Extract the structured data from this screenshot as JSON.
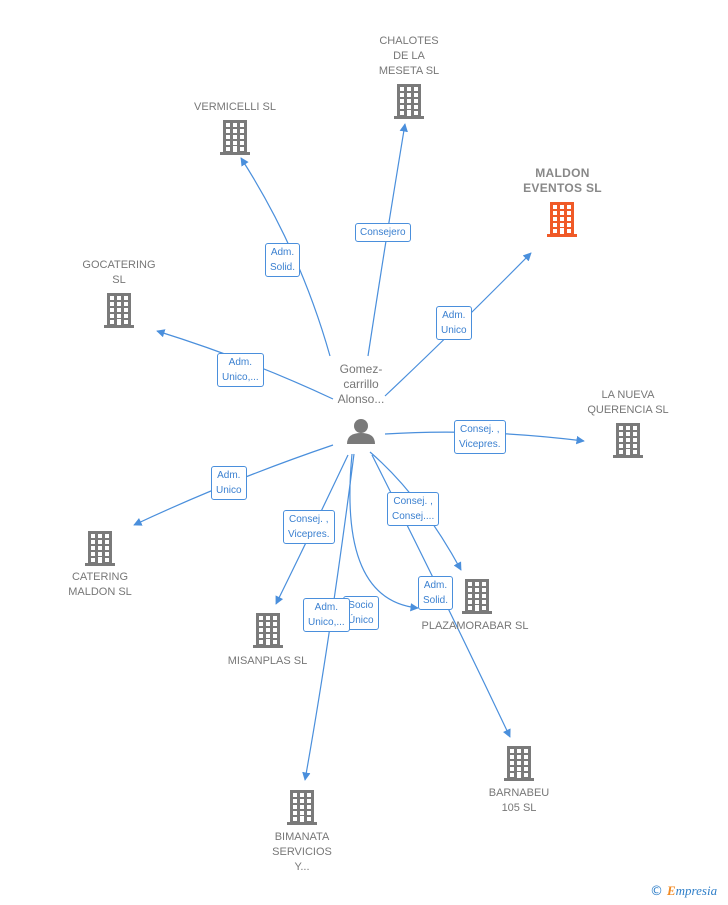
{
  "colors": {
    "edge": "#4a8fdc",
    "building": "#7a7a7a",
    "building_highlight": "#f05a28",
    "person": "#7a7a7a"
  },
  "person": {
    "label": "Gomez-\ncarrillo\nAlonso...",
    "icon": "person-icon"
  },
  "companies": [
    {
      "id": "chalotes",
      "label": "CHALOTES\nDE LA\nMESETA SL",
      "highlight": false
    },
    {
      "id": "vermicelli",
      "label": "VERMICELLI SL",
      "highlight": false
    },
    {
      "id": "maldon-eventos",
      "label": "MALDON\nEVENTOS  SL",
      "highlight": true
    },
    {
      "id": "gocatering",
      "label": "GOCATERING\nSL",
      "highlight": false
    },
    {
      "id": "la-nueva-querencia",
      "label": "LA NUEVA\nQUERENCIA SL",
      "highlight": false
    },
    {
      "id": "catering-maldon",
      "label": "CATERING\nMALDON SL",
      "highlight": false
    },
    {
      "id": "misanplas",
      "label": "MISANPLAS SL",
      "highlight": false
    },
    {
      "id": "plazamorabar",
      "label": "PLAZAMORABAR SL",
      "highlight": false
    },
    {
      "id": "barnabeu",
      "label": "BARNABEU\n105 SL",
      "highlight": false
    },
    {
      "id": "bimanata",
      "label": "BIMANATA\nSERVICIOS\nY...",
      "highlight": false
    }
  ],
  "relations": [
    {
      "target": "chalotes",
      "role": "Consejero"
    },
    {
      "target": "vermicelli",
      "role": "Adm.\nSolid."
    },
    {
      "target": "maldon-eventos",
      "role": "Adm.\nUnico"
    },
    {
      "target": "gocatering",
      "role": "Adm.\nUnico,..."
    },
    {
      "target": "la-nueva-querencia",
      "role": "Consej. ,\nVicepres."
    },
    {
      "target": "catering-maldon",
      "role": "Adm.\nUnico"
    },
    {
      "target": "misanplas",
      "role": "Consej. ,\nVicepres."
    },
    {
      "target": "plazamorabar",
      "role": "Consej. ,\nConsej...."
    },
    {
      "target": "plazamorabar",
      "role": "Socio\nÚnico"
    },
    {
      "target": "barnabeu",
      "role": "Adm.\nSolid."
    },
    {
      "target": "bimanata",
      "role": "Adm.\nUnico,..."
    }
  ],
  "footer": {
    "copyright": "©",
    "brand_initial": "E",
    "brand_rest": "mpresia"
  }
}
